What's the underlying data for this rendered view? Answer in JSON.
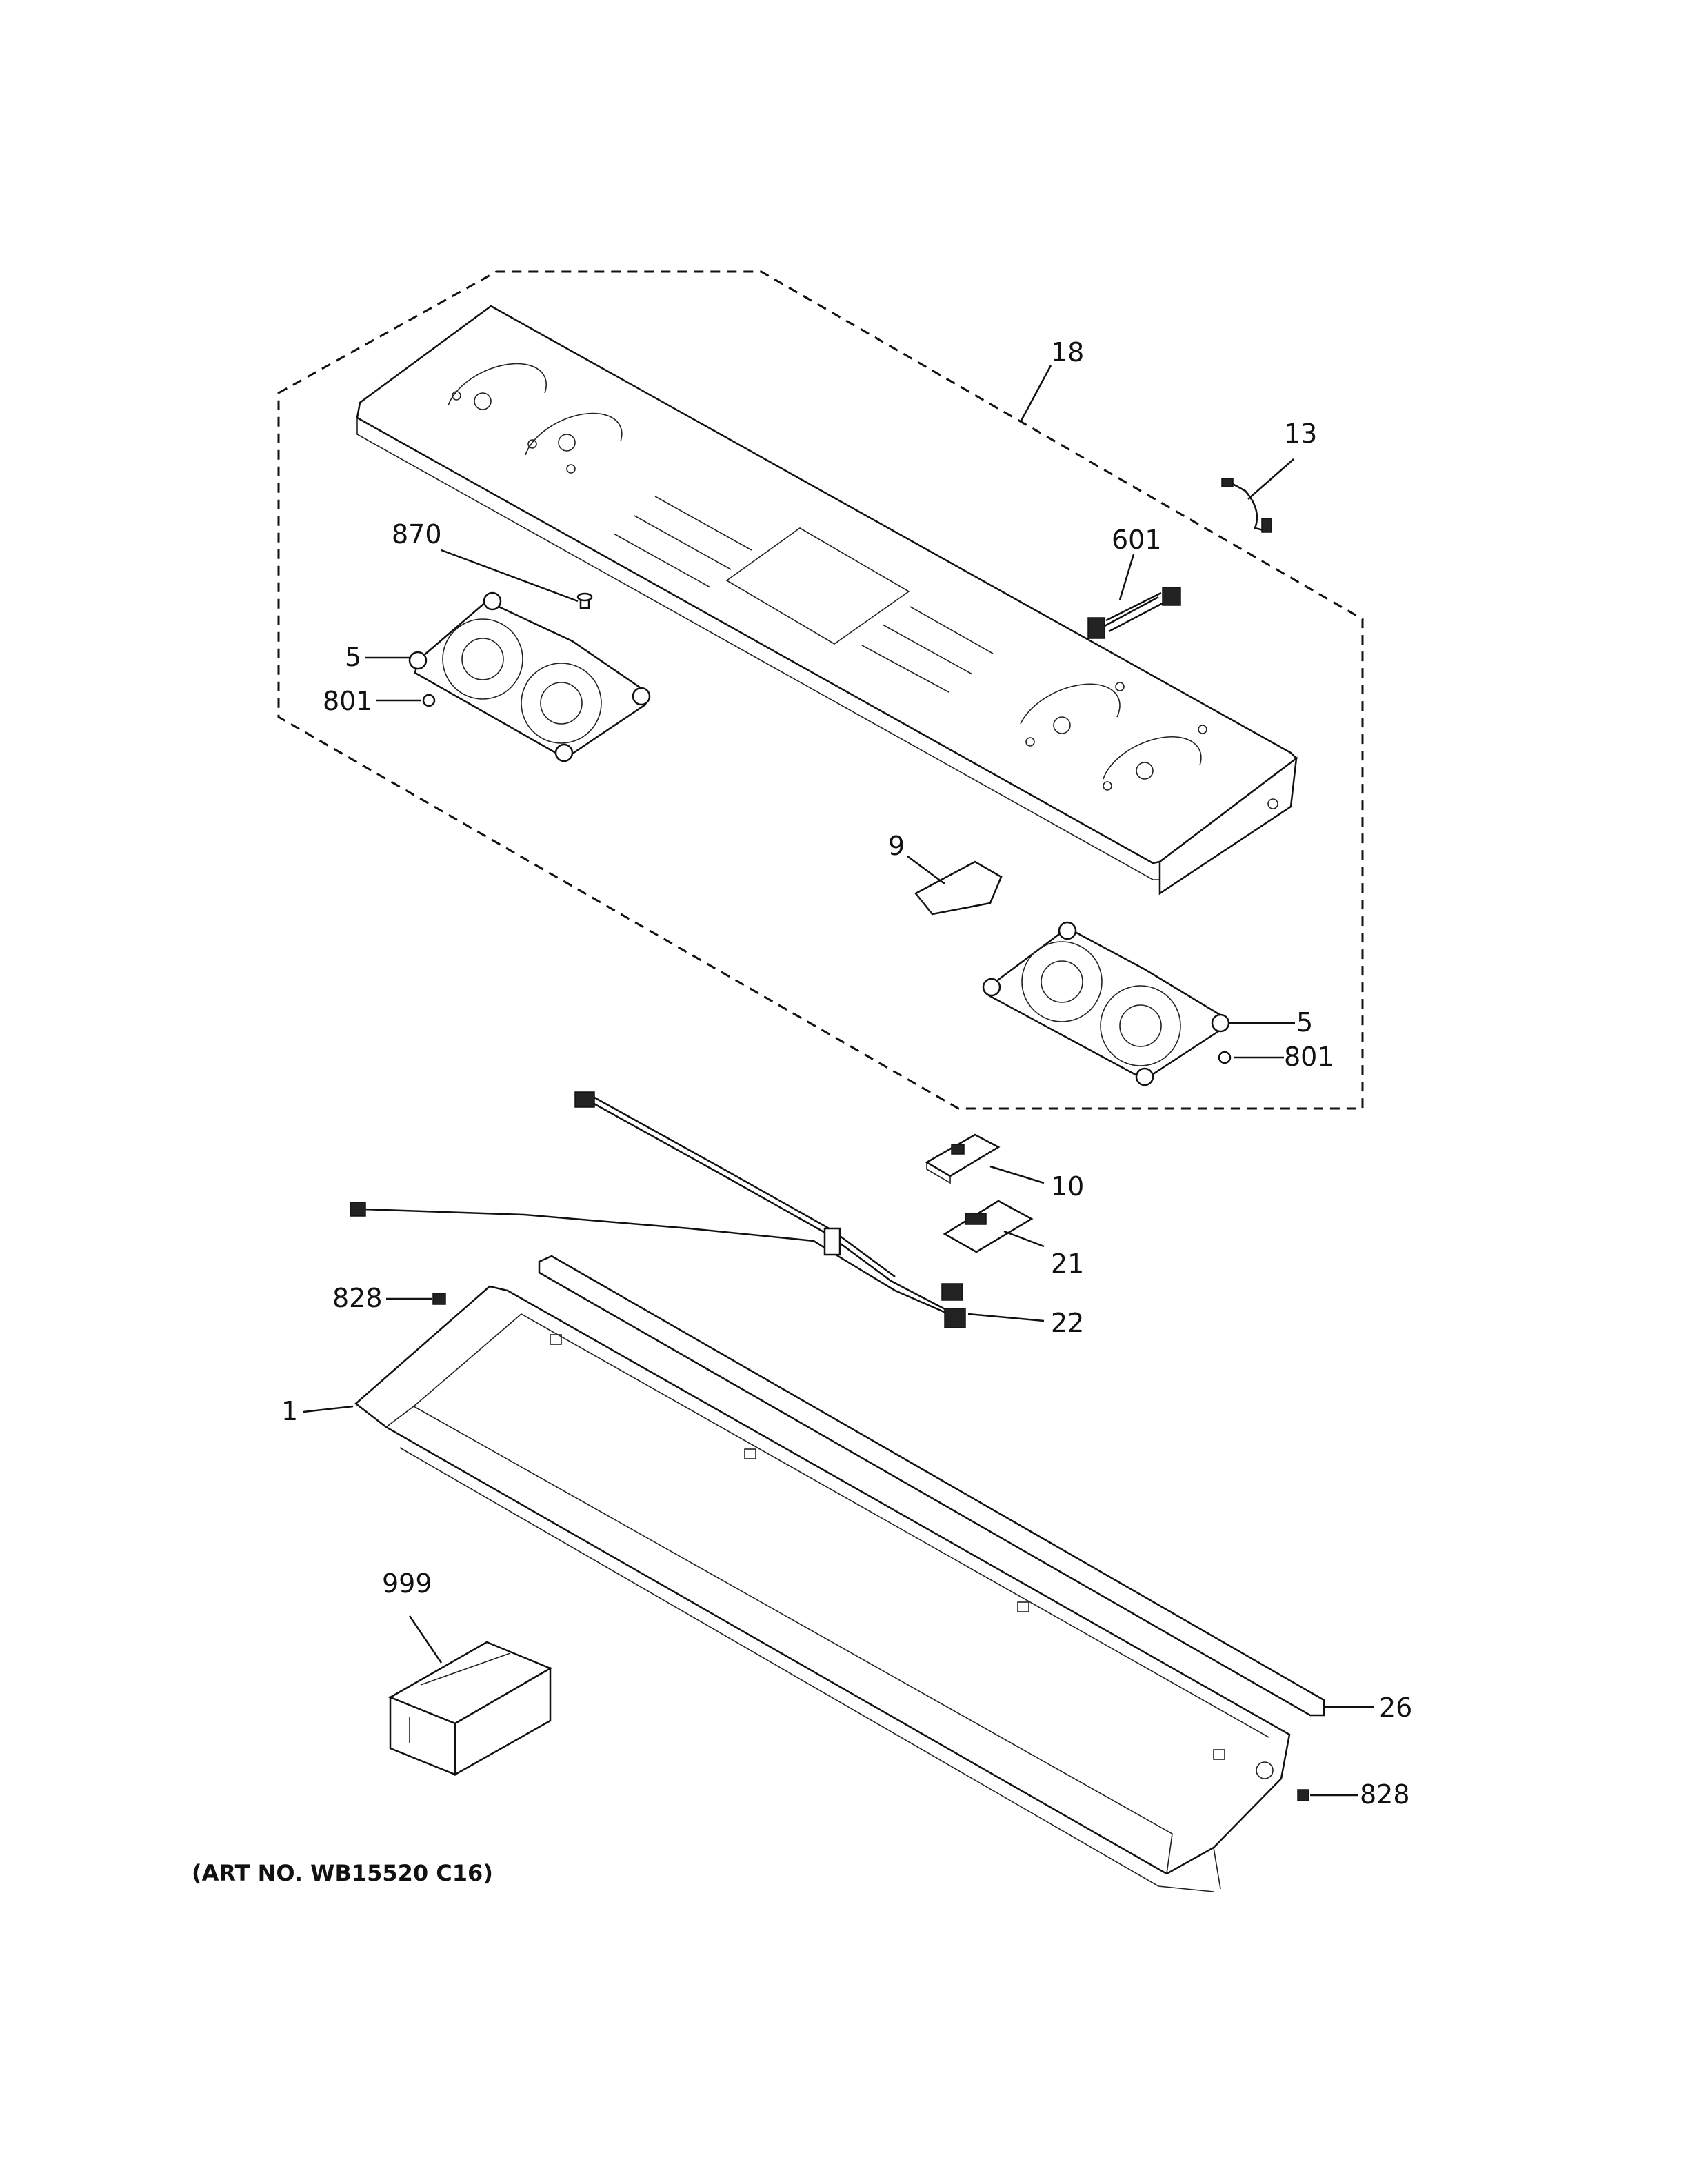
{
  "callouts": {
    "c18": "18",
    "c13": "13",
    "c601": "601",
    "c870": "870",
    "c5a": "5",
    "c801a": "801",
    "c9": "9",
    "c5b": "5",
    "c801b": "801",
    "c10": "10",
    "c21": "21",
    "c22": "22",
    "c828a": "828",
    "c1": "1",
    "c999": "999",
    "c26": "26",
    "c828b": "828"
  },
  "art_number": "(ART NO. WB15520 C16)"
}
